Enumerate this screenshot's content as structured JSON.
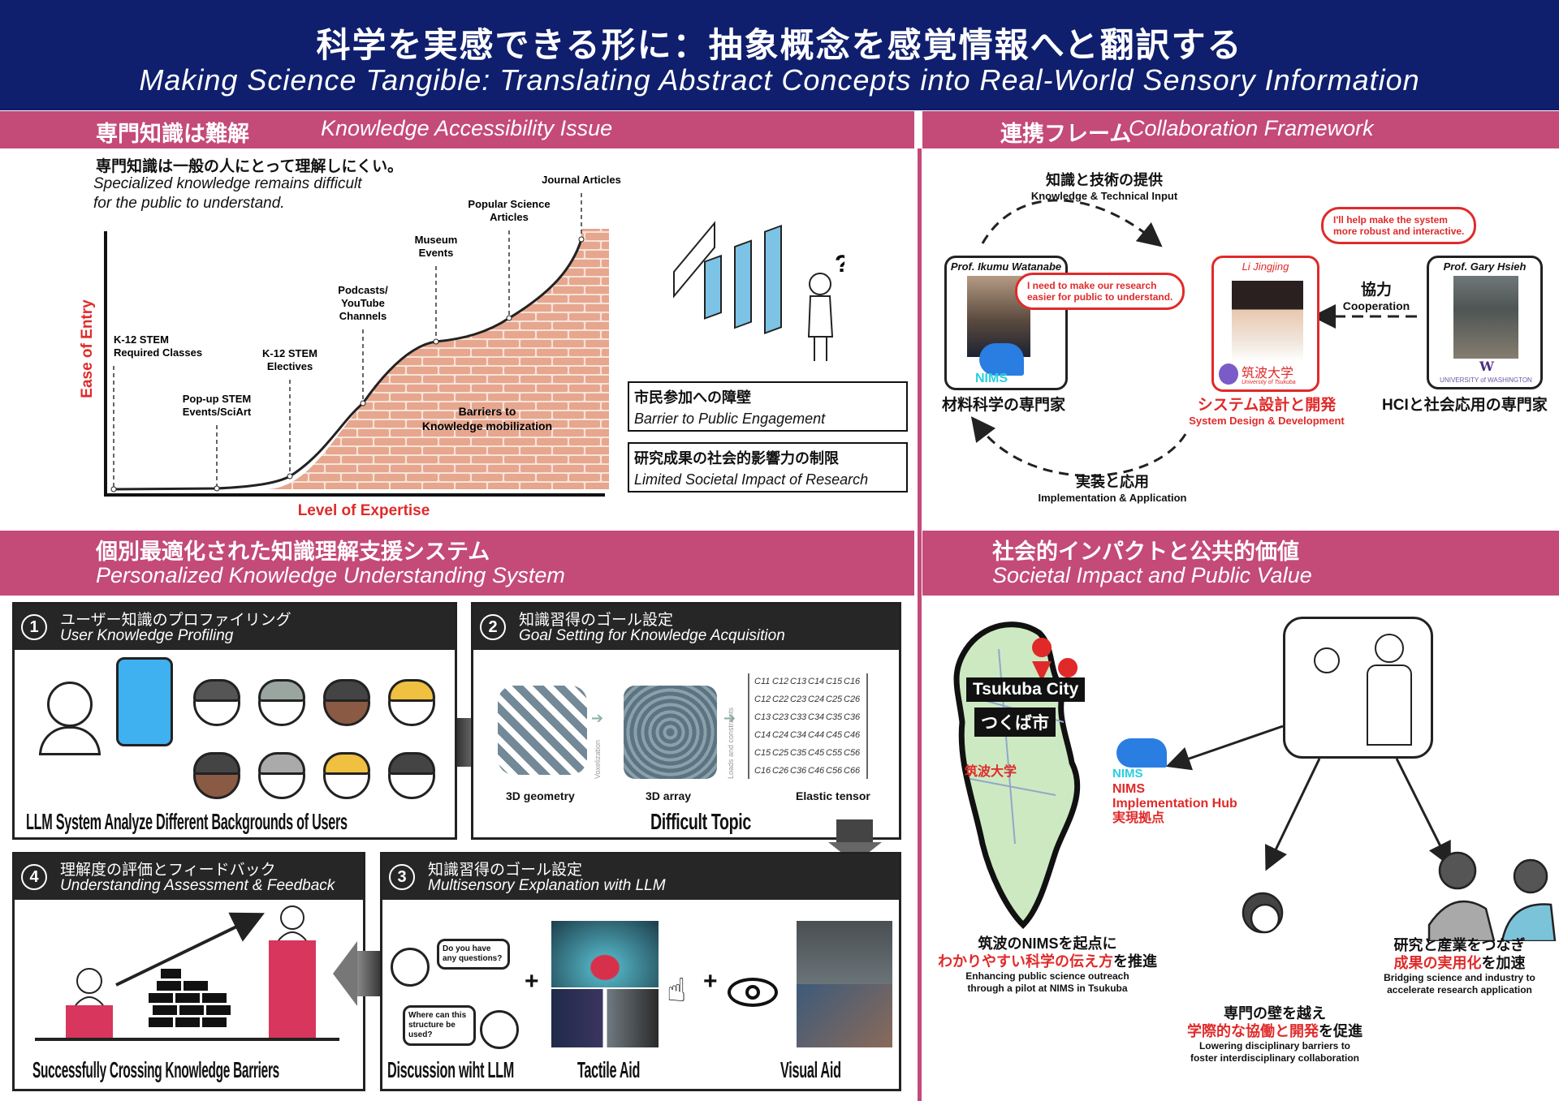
{
  "header": {
    "title_jp": "科学を実感できる形に：抽象概念を感覚情報へと翻訳する",
    "title_en": "Making Science Tangible: Translating Abstract Concepts into Real-World Sensory Information"
  },
  "sections": {
    "knowledge": {
      "jp": "専門知識は難解",
      "en": "Knowledge Accessibility Issue"
    },
    "collab": {
      "jp": "連携フレーム",
      "en": "Collaboration Framework"
    },
    "system": {
      "jp": "個別最適化された知識理解支援システム",
      "en": "Personalized Knowledge Understanding System"
    },
    "impact": {
      "jp": "社会的インパクトと公共的価値",
      "en": "Societal Impact and Public Value"
    }
  },
  "knowledge": {
    "intro_jp": "専門知識は一般の人にとって理解しにくい。",
    "intro_en_1": "Specialized knowledge remains difficult",
    "intro_en_2": "for the public to understand.",
    "box1_jp": "市民参加への障壁",
    "box1_en": "Barrier to Public Engagement",
    "box2_jp": "研究成果の社会的影響力の制限",
    "box2_en": "Limited Societal Impact of Research",
    "question_mark": "?"
  },
  "chart_data": {
    "type": "line",
    "title": "",
    "xlabel": "Level of Expertise",
    "ylabel": "Ease of Entry",
    "annotation": [
      "Barriers to",
      "Knowledge mobilization"
    ],
    "points": [
      {
        "label": [
          "K-12 STEM",
          "Required Classes"
        ],
        "x": 1,
        "y": 0
      },
      {
        "label": [
          "Pop-up STEM",
          "Events/SciArt"
        ],
        "x": 2,
        "y": 0
      },
      {
        "label": [
          "K-12 STEM",
          "Electives"
        ],
        "x": 3,
        "y": 1
      },
      {
        "label": [
          "Podcasts/",
          "YouTube",
          "Channels"
        ],
        "x": 4,
        "y": 3
      },
      {
        "label": [
          "Museum",
          "Events"
        ],
        "x": 5,
        "y": 5
      },
      {
        "label": [
          "Popular Science",
          "Articles"
        ],
        "x": 6,
        "y": 6
      },
      {
        "label": [
          "Journal Articles"
        ],
        "x": 7,
        "y": 8
      }
    ]
  },
  "collab": {
    "top_jp": "知識と技術の提供",
    "top_en": "Knowledge & Technical Input",
    "bottom_jp": "実装と応用",
    "bottom_en": "Implementation & Application",
    "coop_jp": "協力",
    "coop_en": "Cooperation",
    "people": [
      {
        "name": "Prof. Ikumu Watanabe",
        "role_jp": "材料科学の専門家",
        "logo": "NIMS",
        "quote": [
          "I need to make our research",
          "easier for public to understand."
        ]
      },
      {
        "name": "Li Jingjing",
        "role_jp": "システム設計と開発",
        "role_en": "System Design & Development",
        "logo": "筑波大学",
        "logo_sub": "University of Tsukuba"
      },
      {
        "name": "Prof. Gary Hsieh",
        "role_jp": "HCIと社会応用の専門家",
        "logo": "W",
        "logo_sub": "UNIVERSITY of WASHINGTON",
        "quote": [
          "I'll help make the system",
          "more robust and interactive."
        ]
      }
    ]
  },
  "steps": [
    {
      "num": "1",
      "jp": "ユーザー知識のプロファイリング",
      "en": "User Knowledge Profiling",
      "caption": "LLM System Analyze Different Backgrounds of Users"
    },
    {
      "num": "2",
      "jp": "知識習得のゴール設定",
      "en": "Goal Setting for Knowledge Acquisition",
      "caption": "Difficult Topic",
      "labels": [
        "3D geometry",
        "3D array",
        "Elastic tensor"
      ],
      "arrows": [
        "Voxelization",
        "Loads and constraints"
      ]
    },
    {
      "num": "3",
      "jp": "知識習得のゴール設定",
      "en": "Multisensory Explanation with LLM",
      "captions": [
        "Discussion wiht LLM",
        "Tactile Aid",
        "Visual Aid"
      ],
      "bubbles": [
        "Do you have any questions?",
        "Where can this structure be used?"
      ],
      "plus": "+"
    },
    {
      "num": "4",
      "jp": "理解度の評価とフィードバック",
      "en": "Understanding Assessment & Feedback",
      "caption": "Successfully Crossing Knowledge Barriers"
    }
  ],
  "tensor": [
    [
      "C11",
      "C12",
      "C13",
      "C14",
      "C15",
      "C16"
    ],
    [
      "C12",
      "C22",
      "C23",
      "C24",
      "C25",
      "C26"
    ],
    [
      "C13",
      "C23",
      "C33",
      "C34",
      "C35",
      "C36"
    ],
    [
      "C14",
      "C24",
      "C34",
      "C44",
      "C45",
      "C46"
    ],
    [
      "C15",
      "C25",
      "C35",
      "C45",
      "C55",
      "C56"
    ],
    [
      "C16",
      "C26",
      "C36",
      "C46",
      "C56",
      "C66"
    ]
  ],
  "impact": {
    "city_en": "Tsukuba City",
    "city_jp": "つくば市",
    "pin_label": "筑波大学",
    "nims_logo": "NIMS",
    "nims": "NIMS",
    "hub_en": "Implementation Hub",
    "hub_jp": "実現拠点",
    "c1": {
      "l1": "筑波のNIMSを起点に",
      "l2_red": "わかりやすい科学の伝え方",
      "l2_tail": "を推進",
      "en1": "Enhancing public science outreach",
      "en2": "through a pilot at NIMS in Tsukuba"
    },
    "c2": {
      "l1": "専門の壁を越え",
      "l2_red": "学際的な協働と開発",
      "l2_tail": "を促進",
      "en1": "Lowering disciplinary barriers to",
      "en2": "foster interdisciplinary collaboration"
    },
    "c3": {
      "l1": "研究と産業をつなぎ",
      "l2_red": "成果の実用化",
      "l2_tail": "を加速",
      "en1": "Bridging science and industry to",
      "en2": "accelerate research application"
    }
  },
  "colors": {
    "navy": "#0f1f6e",
    "pink": "#c44a78",
    "red": "#e02a2a",
    "brick": "#e7a68e",
    "panel_head": "#262626"
  }
}
